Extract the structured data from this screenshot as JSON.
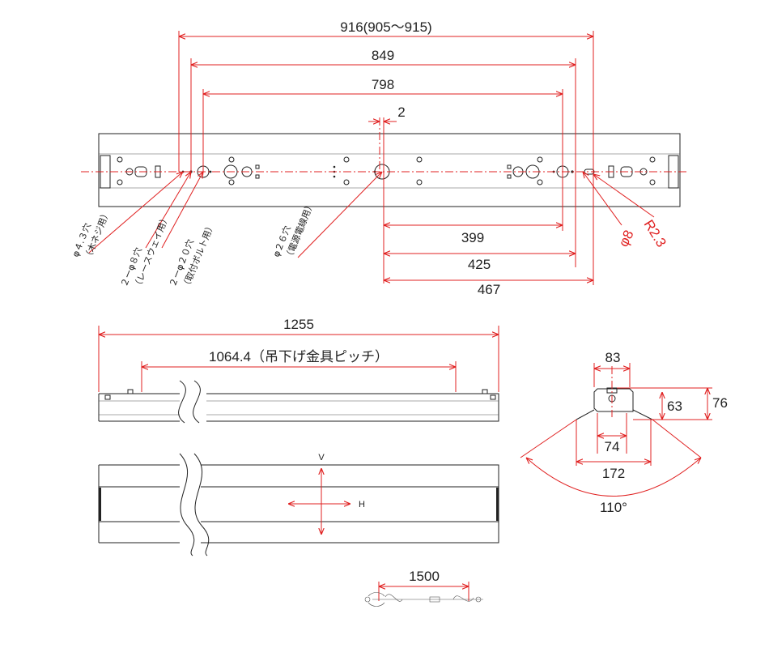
{
  "colors": {
    "dimension_red": "#e02020",
    "line": "#222222",
    "background": "#ffffff"
  },
  "top_view": {
    "dims": {
      "overall_hole": "916(905〜915)",
      "d849": "849",
      "d798": "798",
      "d2": "2",
      "d399": "399",
      "d425": "425",
      "d467": "467",
      "phi8": "φ8",
      "r23": "R2.3"
    },
    "notes": {
      "n1_a": "φ４.３穴",
      "n1_b": "（木ネジ用）",
      "n2_a": "２ーφ８穴",
      "n2_b": "（レースウェイ用）",
      "n3_a": "２ーφ２０穴",
      "n3_b": "（取付ボルト用）",
      "n4_a": "φ２６穴",
      "n4_b": "（電源電線用）"
    }
  },
  "side_view": {
    "dims": {
      "overall": "1255",
      "pitch": "1064.4（吊下げ金具ピッチ）"
    }
  },
  "bottom_view": {
    "labels": {
      "v": "V",
      "h": "H"
    }
  },
  "section_view": {
    "dims": {
      "w83": "83",
      "h63": "63",
      "h76": "76",
      "w74": "74",
      "w172": "172",
      "angle": "110°"
    }
  },
  "wire": {
    "length": "1500"
  }
}
